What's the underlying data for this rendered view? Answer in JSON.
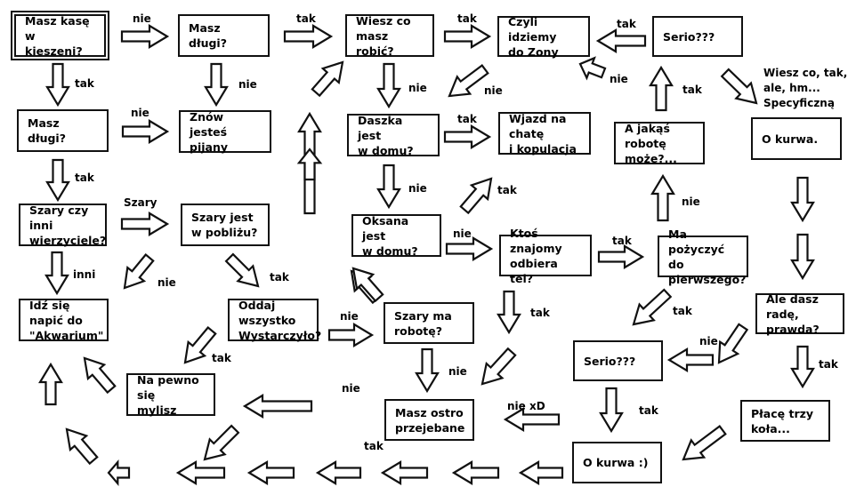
{
  "title": "Flowchart: Masz kasę w kieszeni?",
  "nodes": [
    {
      "id": "n1",
      "text": "Masz kasę\nw kieszeni?",
      "start": true
    },
    {
      "id": "n2",
      "text": "Masz długi?"
    },
    {
      "id": "n3",
      "text": "Wiesz co\nmasz robić?"
    },
    {
      "id": "n4",
      "text": "Czyli idziemy\ndo Zony"
    },
    {
      "id": "n5",
      "text": "Serio???"
    },
    {
      "id": "n6",
      "text": "Masz długi?"
    },
    {
      "id": "n7",
      "text": "Znów jesteś\npijany"
    },
    {
      "id": "n8",
      "text": "Daszka jest\nw domu?"
    },
    {
      "id": "n9",
      "text": "Wjazd na chatę\ni kopulacja"
    },
    {
      "id": "n10",
      "text": "A jakąś robotę\nmoże?..."
    },
    {
      "id": "n11",
      "text": "O kurwa."
    },
    {
      "id": "n12",
      "text": "Szary czy inni\nwierzyciele?"
    },
    {
      "id": "n13",
      "text": "Szary jest\nw pobliżu?"
    },
    {
      "id": "n14",
      "text": "Oksana jest\nw domu?"
    },
    {
      "id": "n15",
      "text": "Ktoś znajomy\nodbiera tel?"
    },
    {
      "id": "n16",
      "text": "Ma pożyczyć\ndo pierwszego?"
    },
    {
      "id": "n17",
      "text": "Idź się napić do\n\"Akwarium\""
    },
    {
      "id": "n18",
      "text": "Oddaj wszystko\nWystarczyło?"
    },
    {
      "id": "n19",
      "text": "Szary ma\nrobotę?"
    },
    {
      "id": "n20",
      "text": "Ale dasz radę,\nprawda?"
    },
    {
      "id": "n21",
      "text": "Serio???"
    },
    {
      "id": "n22",
      "text": "Na pewno się\nmylisz"
    },
    {
      "id": "n23",
      "text": "Masz ostro\nprzejebane"
    },
    {
      "id": "n24",
      "text": "Płacę trzy\nkoła..."
    },
    {
      "id": "n25",
      "text": "O kurwa :)"
    }
  ],
  "edge_labels": [
    {
      "id": "l1",
      "text": "nie"
    },
    {
      "id": "l2",
      "text": "tak"
    },
    {
      "id": "l3",
      "text": "tak"
    },
    {
      "id": "l4",
      "text": "tak"
    },
    {
      "id": "l5",
      "text": "tak"
    },
    {
      "id": "l6",
      "text": "nie"
    },
    {
      "id": "l7",
      "text": "nie"
    },
    {
      "id": "l8",
      "text": "nie"
    },
    {
      "id": "l9",
      "text": "nie"
    },
    {
      "id": "l10",
      "text": "tak"
    },
    {
      "id": "l11",
      "text": "tak"
    },
    {
      "id": "l12",
      "text": "Wiesz co, tak,\nale, hm...\nSpecyficzną"
    },
    {
      "id": "l13",
      "text": "nie"
    },
    {
      "id": "l14",
      "text": "tak"
    },
    {
      "id": "l15",
      "text": "Szary"
    },
    {
      "id": "l16",
      "text": "tak"
    },
    {
      "id": "l17",
      "text": "nie"
    },
    {
      "id": "l18",
      "text": "nie"
    },
    {
      "id": "l19",
      "text": "tak"
    },
    {
      "id": "l20",
      "text": "nie"
    },
    {
      "id": "l21",
      "text": "inni"
    },
    {
      "id": "l22",
      "text": "nie"
    },
    {
      "id": "l23",
      "text": "tak"
    },
    {
      "id": "l24",
      "text": "nie"
    },
    {
      "id": "l25",
      "text": "tak"
    },
    {
      "id": "l26",
      "text": "nie"
    },
    {
      "id": "l27",
      "text": "nie"
    },
    {
      "id": "l28",
      "text": "tak"
    },
    {
      "id": "l29",
      "text": "nie"
    },
    {
      "id": "l30",
      "text": "nie xD"
    },
    {
      "id": "l31",
      "text": "tak"
    },
    {
      "id": "l32",
      "text": "tak"
    }
  ],
  "colors": {
    "stroke": "#111111",
    "background": "#ffffff",
    "arrow_fill": "#ffffff"
  }
}
